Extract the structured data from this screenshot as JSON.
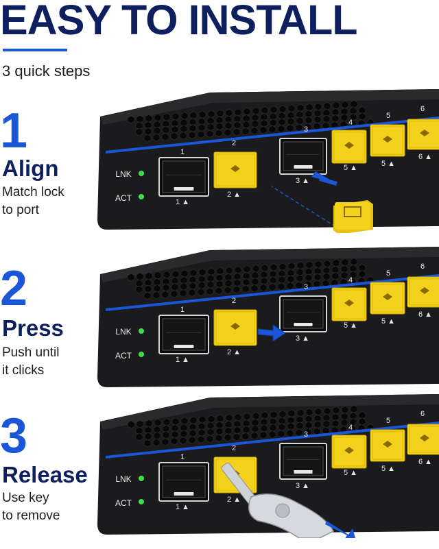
{
  "header": {
    "title": "EASY TO INSTALL",
    "subtitle": "3 quick steps"
  },
  "colors": {
    "accent": "#1a56d6",
    "navy": "#0d1f5c",
    "lock_yellow": "#f2d21c",
    "switch_body": "#1b1b1d"
  },
  "switch_labels": {
    "lnk": "LNK",
    "act": "ACT",
    "port1": "1",
    "port2": "2",
    "port3": "3",
    "port4": "4",
    "port5": "5",
    "port6": "6",
    "port1_bottom": "1 ▲",
    "port2_bottom": "2 ▲",
    "port3_bottom": "3 ▲",
    "port5_bottom": "5 ▲",
    "port6_bottom": "6 ▲"
  },
  "steps": [
    {
      "number": "1",
      "title": "Align",
      "desc_line1": "Match lock",
      "desc_line2": "to port",
      "icon": "diagonal-arrow-icon"
    },
    {
      "number": "2",
      "title": "Press",
      "desc_line1": "Push until",
      "desc_line2": "it clicks",
      "icon": "right-arrow-icon"
    },
    {
      "number": "3",
      "title": "Release",
      "desc_line1": "Use key",
      "desc_line2": "to remove",
      "icon": "key-icon"
    }
  ]
}
